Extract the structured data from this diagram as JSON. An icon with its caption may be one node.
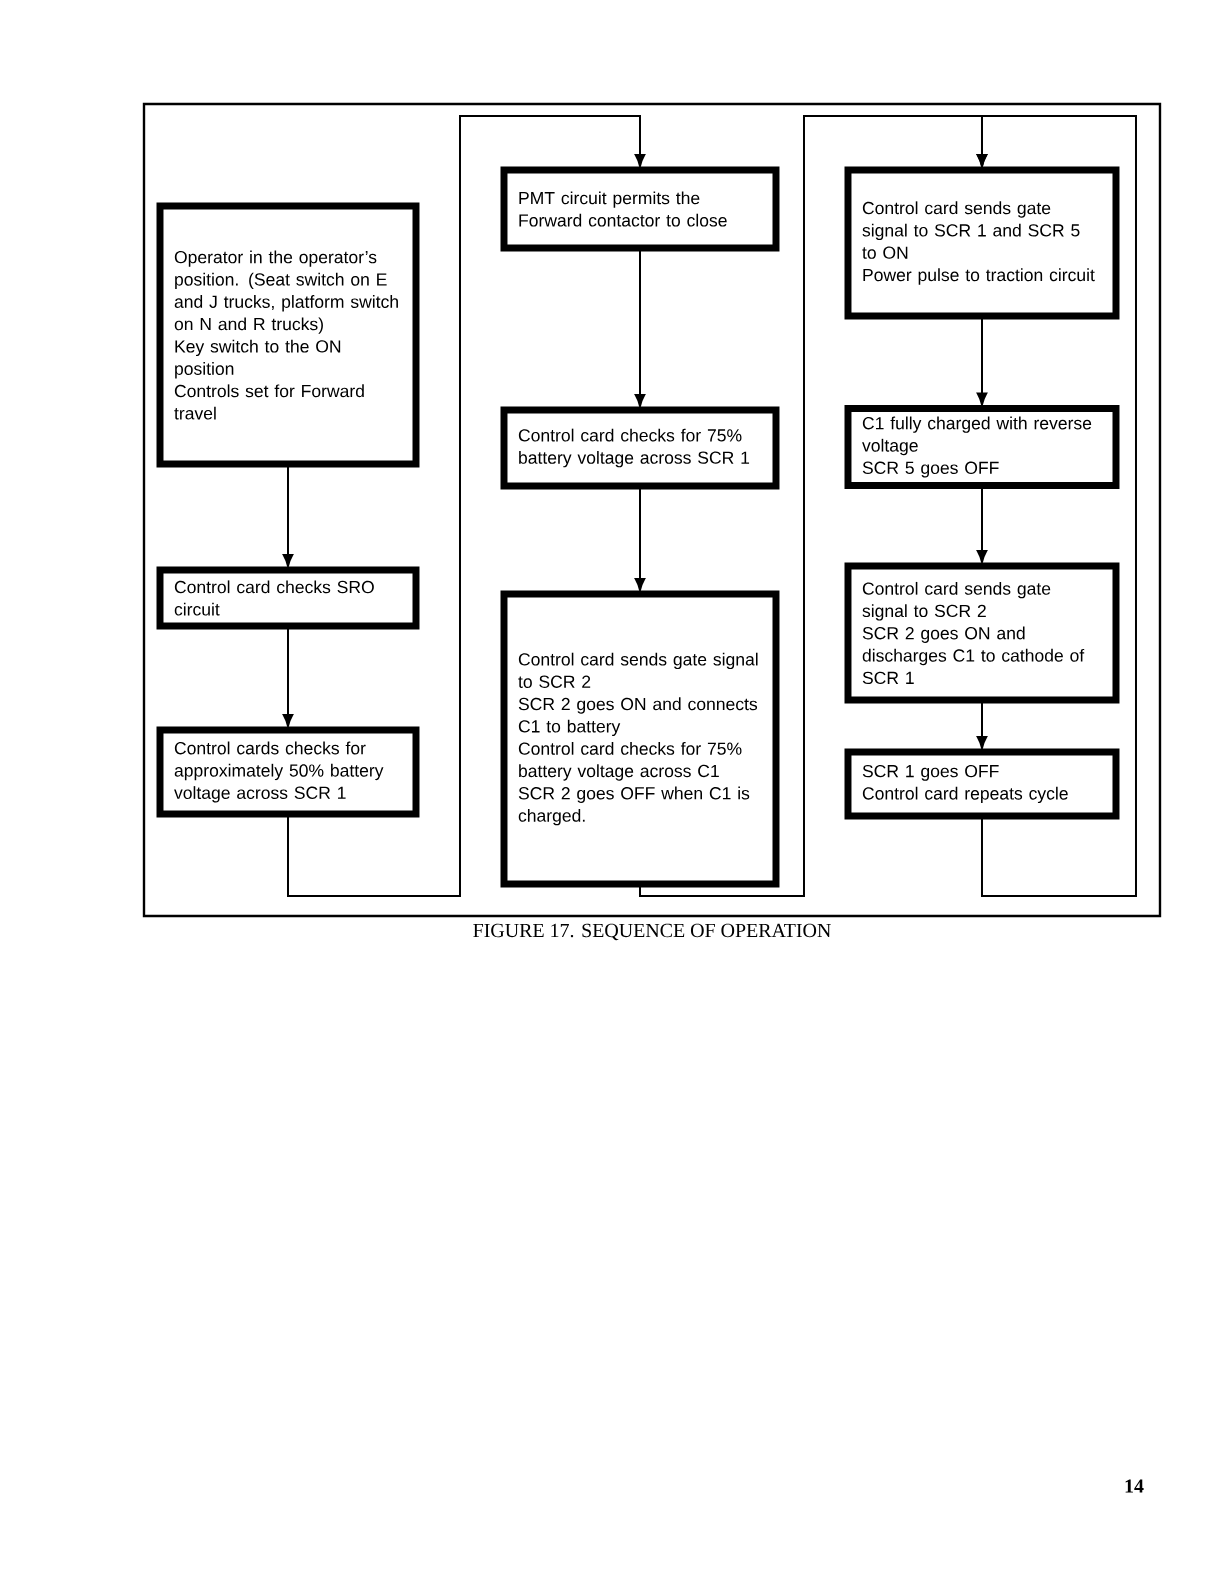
{
  "diagram": {
    "caption": "FIGURE 17. SEQUENCE OF OPERATION",
    "nodes": [
      {
        "text": [
          "Operator in the operator’s position. (Seat switch on E and J trucks, platform switch on N and R trucks)",
          "Key switch to the ON position",
          "Controls set for Forward travel"
        ]
      },
      {
        "text": [
          "Control card checks SRO circuit"
        ]
      },
      {
        "text": [
          "Control cards checks for approximately 50% battery voltage across SCR 1"
        ]
      },
      {
        "text": [
          "PMT circuit permits the Forward contactor to close"
        ]
      },
      {
        "text": [
          "Control card checks for 75% battery voltage across SCR 1"
        ]
      },
      {
        "text": [
          "Control card sends gate signal to SCR 2",
          "SCR 2 goes ON and connects C1 to battery",
          "Control card checks for 75% battery voltage across C1",
          "SCR 2 goes OFF when C1 is charged."
        ]
      },
      {
        "text": [
          "Control card sends gate signal to SCR 1 and SCR 5 to ON",
          "Power pulse to traction circuit"
        ]
      },
      {
        "text": [
          "C1 fully charged with reverse voltage",
          "SCR 5 goes OFF"
        ]
      },
      {
        "text": [
          "Control card sends gate signal to SCR 2",
          "SCR 2 goes ON and discharges C1 to cathode of SCR 1"
        ]
      },
      {
        "text": [
          "SCR 1 goes OFF",
          "Control card repeats cycle"
        ]
      }
    ],
    "edges": [
      {
        "from": 0,
        "to": 1,
        "arrow": "to"
      },
      {
        "from": 1,
        "to": 2,
        "arrow": "to"
      },
      {
        "from": 2,
        "to": 3,
        "arrow": "to"
      },
      {
        "from": 3,
        "to": 4,
        "arrow": "to"
      },
      {
        "from": 4,
        "to": 5,
        "arrow": "to"
      },
      {
        "from": 5,
        "to": 6,
        "arrow": "to"
      },
      {
        "from": 6,
        "to": 7,
        "arrow": "to"
      },
      {
        "from": 7,
        "to": 8,
        "arrow": "to"
      },
      {
        "from": 8,
        "to": 9,
        "arrow": "to"
      },
      {
        "from": 9,
        "to": 6,
        "arrow": "to"
      }
    ],
    "labels": [
      "14"
    ]
  }
}
